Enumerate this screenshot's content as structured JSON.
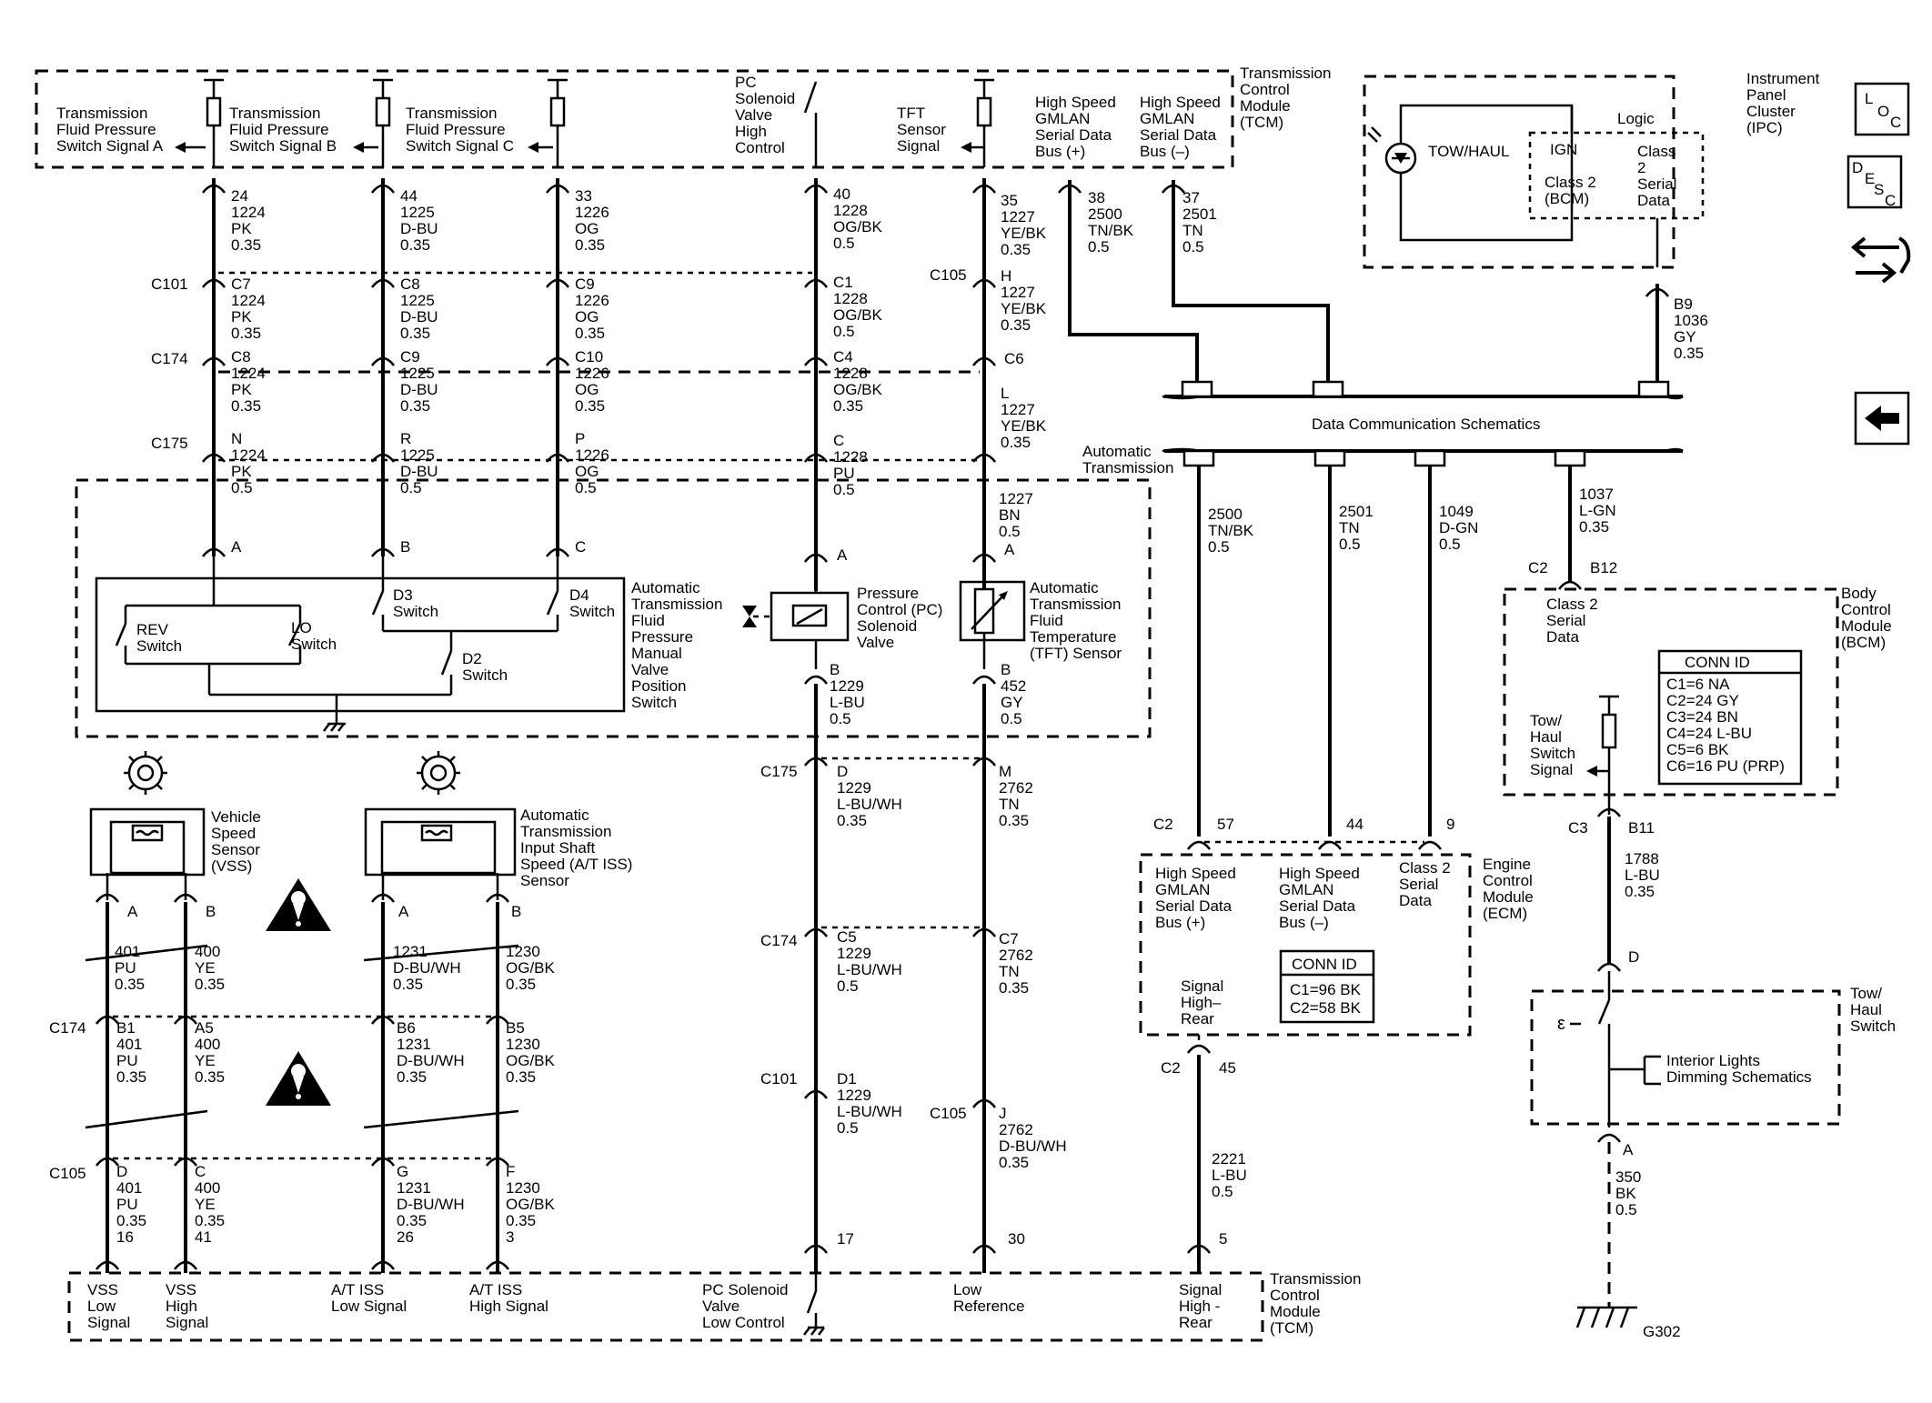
{
  "signals": {
    "tfp_a": [
      "Transmission",
      "Fluid Pressure",
      "Switch Signal A"
    ],
    "tfp_b": [
      "Transmission",
      "Fluid Pressure",
      "Switch Signal B"
    ],
    "tfp_c": [
      "Transmission",
      "Fluid Pressure",
      "Switch Signal C"
    ],
    "pc_high": [
      "PC",
      "Solenoid",
      "Valve",
      "High",
      "Control"
    ],
    "tft_sig": [
      "TFT",
      "Sensor",
      "Signal"
    ],
    "hs_plus": [
      "High Speed",
      "GMLAN",
      "Serial Data",
      "Bus (+)"
    ],
    "hs_minus": [
      "High Speed",
      "GMLAN",
      "Serial Data",
      "Bus (–)"
    ],
    "vss_low": [
      "VSS",
      "Low",
      "Signal"
    ],
    "vss_high": [
      "VSS",
      "High",
      "Signal"
    ],
    "ats_low": [
      "A/T ISS",
      "Low Signal"
    ],
    "ats_high": [
      "A/T ISS",
      "High Signal"
    ],
    "pc_low": [
      "PC Solenoid",
      "Valve",
      "Low Control"
    ],
    "low_ref": [
      "Low",
      "Reference"
    ],
    "sig_high_rear": [
      "Signal",
      "High -",
      "Rear"
    ],
    "ecm_hs_plus": [
      "High Speed",
      "GMLAN",
      "Serial Data",
      "Bus (+)"
    ],
    "ecm_hs_minus": [
      "High Speed",
      "GMLAN",
      "Serial Data",
      "Bus (–)"
    ],
    "ecm_class2": [
      "Class 2",
      "Serial",
      "Data"
    ],
    "ecm_sig_rear": [
      "Signal",
      "High–",
      "Rear"
    ],
    "bcm_class2": [
      "Class 2",
      "Serial",
      "Data"
    ],
    "tow_haul_sig": [
      "Tow/",
      "Haul",
      "Switch",
      "Signal"
    ]
  },
  "modules": {
    "tcm_top": [
      "Transmission",
      "Control",
      "Module",
      "(TCM)"
    ],
    "tcm_bottom": [
      "Transmission",
      "Control",
      "Module",
      "(TCM)"
    ],
    "ipc": [
      "Instrument",
      "Panel",
      "Cluster",
      "(IPC)"
    ],
    "bcm": [
      "Body",
      "Control",
      "Module",
      "(BCM)"
    ],
    "ecm": [
      "Engine",
      "Control",
      "Module",
      "(ECM)"
    ],
    "tow_haul_switch": [
      "Tow/",
      "Haul",
      "Switch"
    ]
  },
  "ipc": {
    "logic": "Logic",
    "tow_haul": "TOW/HAUL",
    "ign": "IGN",
    "class2_bcm": [
      "Class 2",
      "(BCM)"
    ],
    "class2_serial": [
      "Class",
      "2",
      "Serial",
      "Data"
    ]
  },
  "components": {
    "manual_valve": [
      "Automatic",
      "Transmission",
      "Fluid",
      "Pressure",
      "Manual",
      "Valve",
      "Position",
      "Switch"
    ],
    "rev": [
      "REV",
      "Switch"
    ],
    "lo": [
      "LO",
      "Switch"
    ],
    "d3": [
      "D3",
      "Switch"
    ],
    "d4": [
      "D4",
      "Switch"
    ],
    "d2": [
      "D2",
      "Switch"
    ],
    "pc_solenoid": [
      "Pressure",
      "Control (PC)",
      "Solenoid",
      "Valve"
    ],
    "tft_sensor": [
      "Automatic",
      "Transmission",
      "Fluid",
      "Temperature",
      "(TFT) Sensor"
    ],
    "vss": [
      "Vehicle",
      "Speed",
      "Sensor",
      "(VSS)"
    ],
    "ats": [
      "Automatic",
      "Transmission",
      "Input Shaft",
      "Speed (A/T ISS)",
      "Sensor"
    ],
    "interior": [
      "Interior Lights",
      "Dimming Schematics"
    ]
  },
  "data_comm": {
    "title": "Data Communication Schematics",
    "auto_trans": [
      "Automatic",
      "Transmission"
    ]
  },
  "bcm_conn": {
    "title": "CONN ID",
    "rows": [
      "C1=6 NA",
      "C2=24 GY",
      "C3=24 BN",
      "C4=24 L-BU",
      "C5=6 BK",
      "C6=16 PU (PRP)"
    ]
  },
  "ecm_conn": {
    "title": "CONN ID",
    "rows": [
      "C1=96 BK",
      "C2=58 BK"
    ]
  },
  "connectors": {
    "C101": "C101",
    "C174": "C174",
    "C175": "C175",
    "C105": "C105",
    "C2": "C2",
    "C3": "C3",
    "G302": "G302"
  },
  "wires": {
    "a_24": [
      "24",
      "1224",
      "PK",
      "0.35"
    ],
    "a_c7": [
      "C7",
      "1224",
      "PK",
      "0.35"
    ],
    "a_c8": [
      "C8",
      "1224",
      "PK",
      "0.35"
    ],
    "a_n": [
      "N",
      "1224",
      "PK",
      "0.5"
    ],
    "a_pin": "A",
    "b_44": [
      "44",
      "1225",
      "D-BU",
      "0.35"
    ],
    "b_c8": [
      "C8",
      "1225",
      "D-BU",
      "0.35"
    ],
    "b_c9": [
      "C9",
      "1225",
      "D-BU",
      "0.35"
    ],
    "b_r": [
      "R",
      "1225",
      "D-BU",
      "0.5"
    ],
    "b_pin": "B",
    "c_33": [
      "33",
      "1226",
      "OG",
      "0.35"
    ],
    "c_c9": [
      "C9",
      "1226",
      "OG",
      "0.35"
    ],
    "c_c10": [
      "C10",
      "1226",
      "OG",
      "0.35"
    ],
    "c_p": [
      "P",
      "1226",
      "OG",
      "0.5"
    ],
    "c_pin": "C",
    "pc_40": [
      "40",
      "1228",
      "OG/BK",
      "0.5"
    ],
    "pc_c1": [
      "C1",
      "1228",
      "OG/BK",
      "0.5"
    ],
    "pc_c4": [
      "C4",
      "1228",
      "OG/BK",
      "0.35"
    ],
    "pc_c": [
      "C",
      "1228",
      "PU",
      "0.5"
    ],
    "pc_pinA": "A",
    "pc_B": [
      "B",
      "1229",
      "L-BU",
      "0.5"
    ],
    "pc_d": [
      "D",
      "1229",
      "L-BU/WH",
      "0.35"
    ],
    "pc_c5": [
      "C5",
      "1229",
      "L-BU/WH",
      "0.5"
    ],
    "pc_d1": [
      "D1",
      "1229",
      "L-BU/WH",
      "0.5"
    ],
    "pc_17": "17",
    "tft_35": [
      "35",
      "1227",
      "YE/BK",
      "0.35"
    ],
    "tft_h": [
      "H",
      "1227",
      "YE/BK",
      "0.35"
    ],
    "tft_c6": "C6",
    "tft_l": [
      "L",
      "1227",
      "YE/BK",
      "0.35"
    ],
    "tft_bn": [
      "1227",
      "BN",
      "0.5"
    ],
    "tft_pinA": "A",
    "tft_B": [
      "B",
      "452",
      "GY",
      "0.5"
    ],
    "tft_m": [
      "M",
      "2762",
      "TN",
      "0.35"
    ],
    "tft_c7": [
      "C7",
      "2762",
      "TN",
      "0.35"
    ],
    "tft_j": [
      "J",
      "2762",
      "D-BU/WH",
      "0.35"
    ],
    "tft_30": "30",
    "hs38": [
      "38",
      "2500",
      "TN/BK",
      "0.5"
    ],
    "hs37": [
      "37",
      "2501",
      "TN",
      "0.5"
    ],
    "ipc_b9": [
      "B9",
      "1036",
      "GY",
      "0.35"
    ],
    "dc_2500": [
      "2500",
      "TN/BK",
      "0.5"
    ],
    "dc_2501": [
      "2501",
      "TN",
      "0.5"
    ],
    "dc_1049": [
      "1049",
      "D-GN",
      "0.5"
    ],
    "dc_1037": [
      "1037",
      "L-GN",
      "0.35"
    ],
    "bcm_b12": "B12",
    "ecm_57": "57",
    "ecm_44": "44",
    "ecm_9": "9",
    "ecm_45": "45",
    "ecm_2221": [
      "2221",
      "L-BU",
      "0.5"
    ],
    "ecm_5": "5",
    "bcm_b11": "B11",
    "bcm_1788": [
      "1788",
      "L-BU",
      "0.35"
    ],
    "sw_D": "D",
    "sw_A": "A",
    "sw_350": [
      "350",
      "BK",
      "0.5"
    ],
    "vss_A": "A",
    "vss_B": "B",
    "vss_401": [
      "401",
      "PU",
      "0.35"
    ],
    "vss_400": [
      "400",
      "YE",
      "0.35"
    ],
    "vss_B1": [
      "B1",
      "401",
      "PU",
      "0.35"
    ],
    "vss_A5": [
      "A5",
      "400",
      "YE",
      "0.35"
    ],
    "vss_D": [
      "D",
      "401",
      "PU",
      "0.35",
      "16"
    ],
    "vss_C": [
      "C",
      "400",
      "YE",
      "0.35",
      "41"
    ],
    "ats_A": "A",
    "ats_B": "B",
    "ats_1231": [
      "1231",
      "D-BU/WH",
      "0.35"
    ],
    "ats_1230": [
      "1230",
      "OG/BK",
      "0.35"
    ],
    "ats_B6": [
      "B6",
      "1231",
      "D-BU/WH",
      "0.35"
    ],
    "ats_B5": [
      "B5",
      "1230",
      "OG/BK",
      "0.35"
    ],
    "ats_G": [
      "G",
      "1231",
      "D-BU/WH",
      "0.35",
      "26"
    ],
    "ats_F": [
      "F",
      "1230",
      "OG/BK",
      "0.35",
      "3"
    ]
  },
  "side_icons": {
    "loc": [
      "L",
      "O",
      "C"
    ],
    "desc": [
      "D",
      "E",
      "S",
      "C"
    ]
  }
}
